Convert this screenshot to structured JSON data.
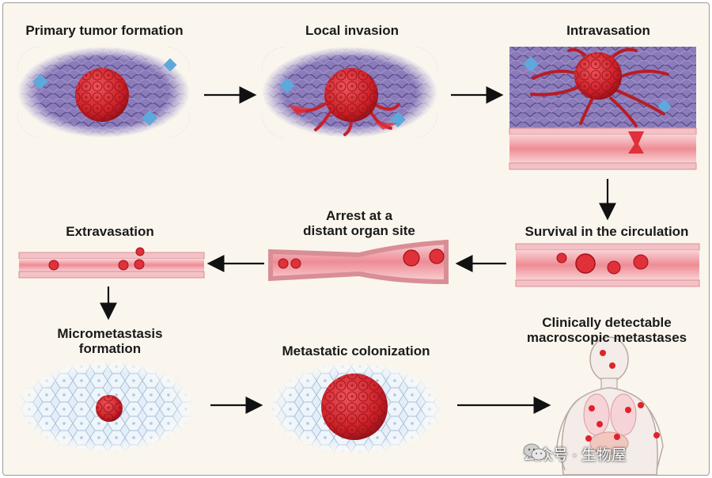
{
  "steps": {
    "primary": "Primary tumor formation",
    "local_invasion": "Local invasion",
    "intravasation": "Intravasation",
    "survival": "Survival in the circulation",
    "arrest_line1": "Arrest at a",
    "arrest_line2": "distant organ site",
    "extravasation": "Extravasation",
    "micromet_line1": "Micrometastasis",
    "micromet_line2": "formation",
    "colonization": "Metastatic colonization",
    "clinical_line1": "Clinically detectable",
    "clinical_line2": "macroscopic metastases"
  },
  "watermark": {
    "text": "公众号 · 生物屋",
    "icon": "wechat-icon"
  },
  "colors": {
    "tumor": "#d8222a",
    "vessel": "#f3a6ad",
    "tissue": "#8a7ab8",
    "normal_tissue": "#dde9f5"
  }
}
